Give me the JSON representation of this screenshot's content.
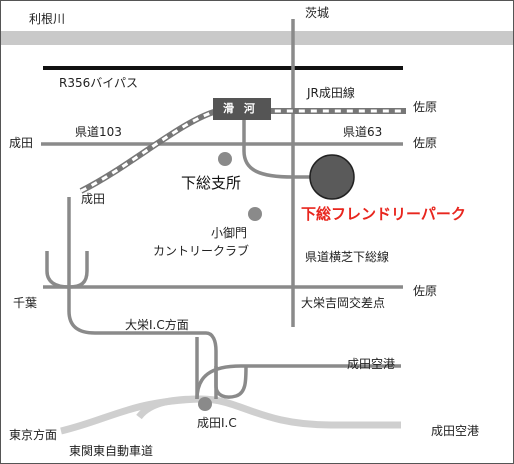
{
  "labels": {
    "tone_river": "利根川",
    "ibaraki": "茨城",
    "r356": "R356バイパス",
    "jr_narita_line": "JR成田線",
    "sawara_1": "佐原",
    "station": "滑 河",
    "narita_left": "成田",
    "pref_road_103": "県道103",
    "pref_road_63": "県道63",
    "sawara_2": "佐原",
    "narita_rail": "成田",
    "shimofusa_branch": "下総支所",
    "shimofusa_friend_park": "下総フレンドリーパーク",
    "komikado_1": "小御門",
    "komikado_2": "カントリークラブ",
    "pref_road_yokoshiba": "県道横芝下総線",
    "chiba": "千葉",
    "sawara_3": "佐原",
    "daiei_yoshioka": "大栄吉岡交差点",
    "daiei_ic_dir": "大栄I.C方面",
    "narita_airport_1": "成田空港",
    "tokyo_dir": "東京方面",
    "narita_ic": "成田I.C",
    "narita_airport_2": "成田空港",
    "higashikanto_expwy": "東関東自動車道"
  },
  "colors": {
    "river": "#c9c9c9",
    "road": "#8a8a8a",
    "bypass": "#111111",
    "expressway": "#cfcfcf",
    "station_box": "#555555",
    "park_marker": "#5a5a5a",
    "poi_marker": "#8a8a8a",
    "highlight_text": "#e8261e"
  }
}
